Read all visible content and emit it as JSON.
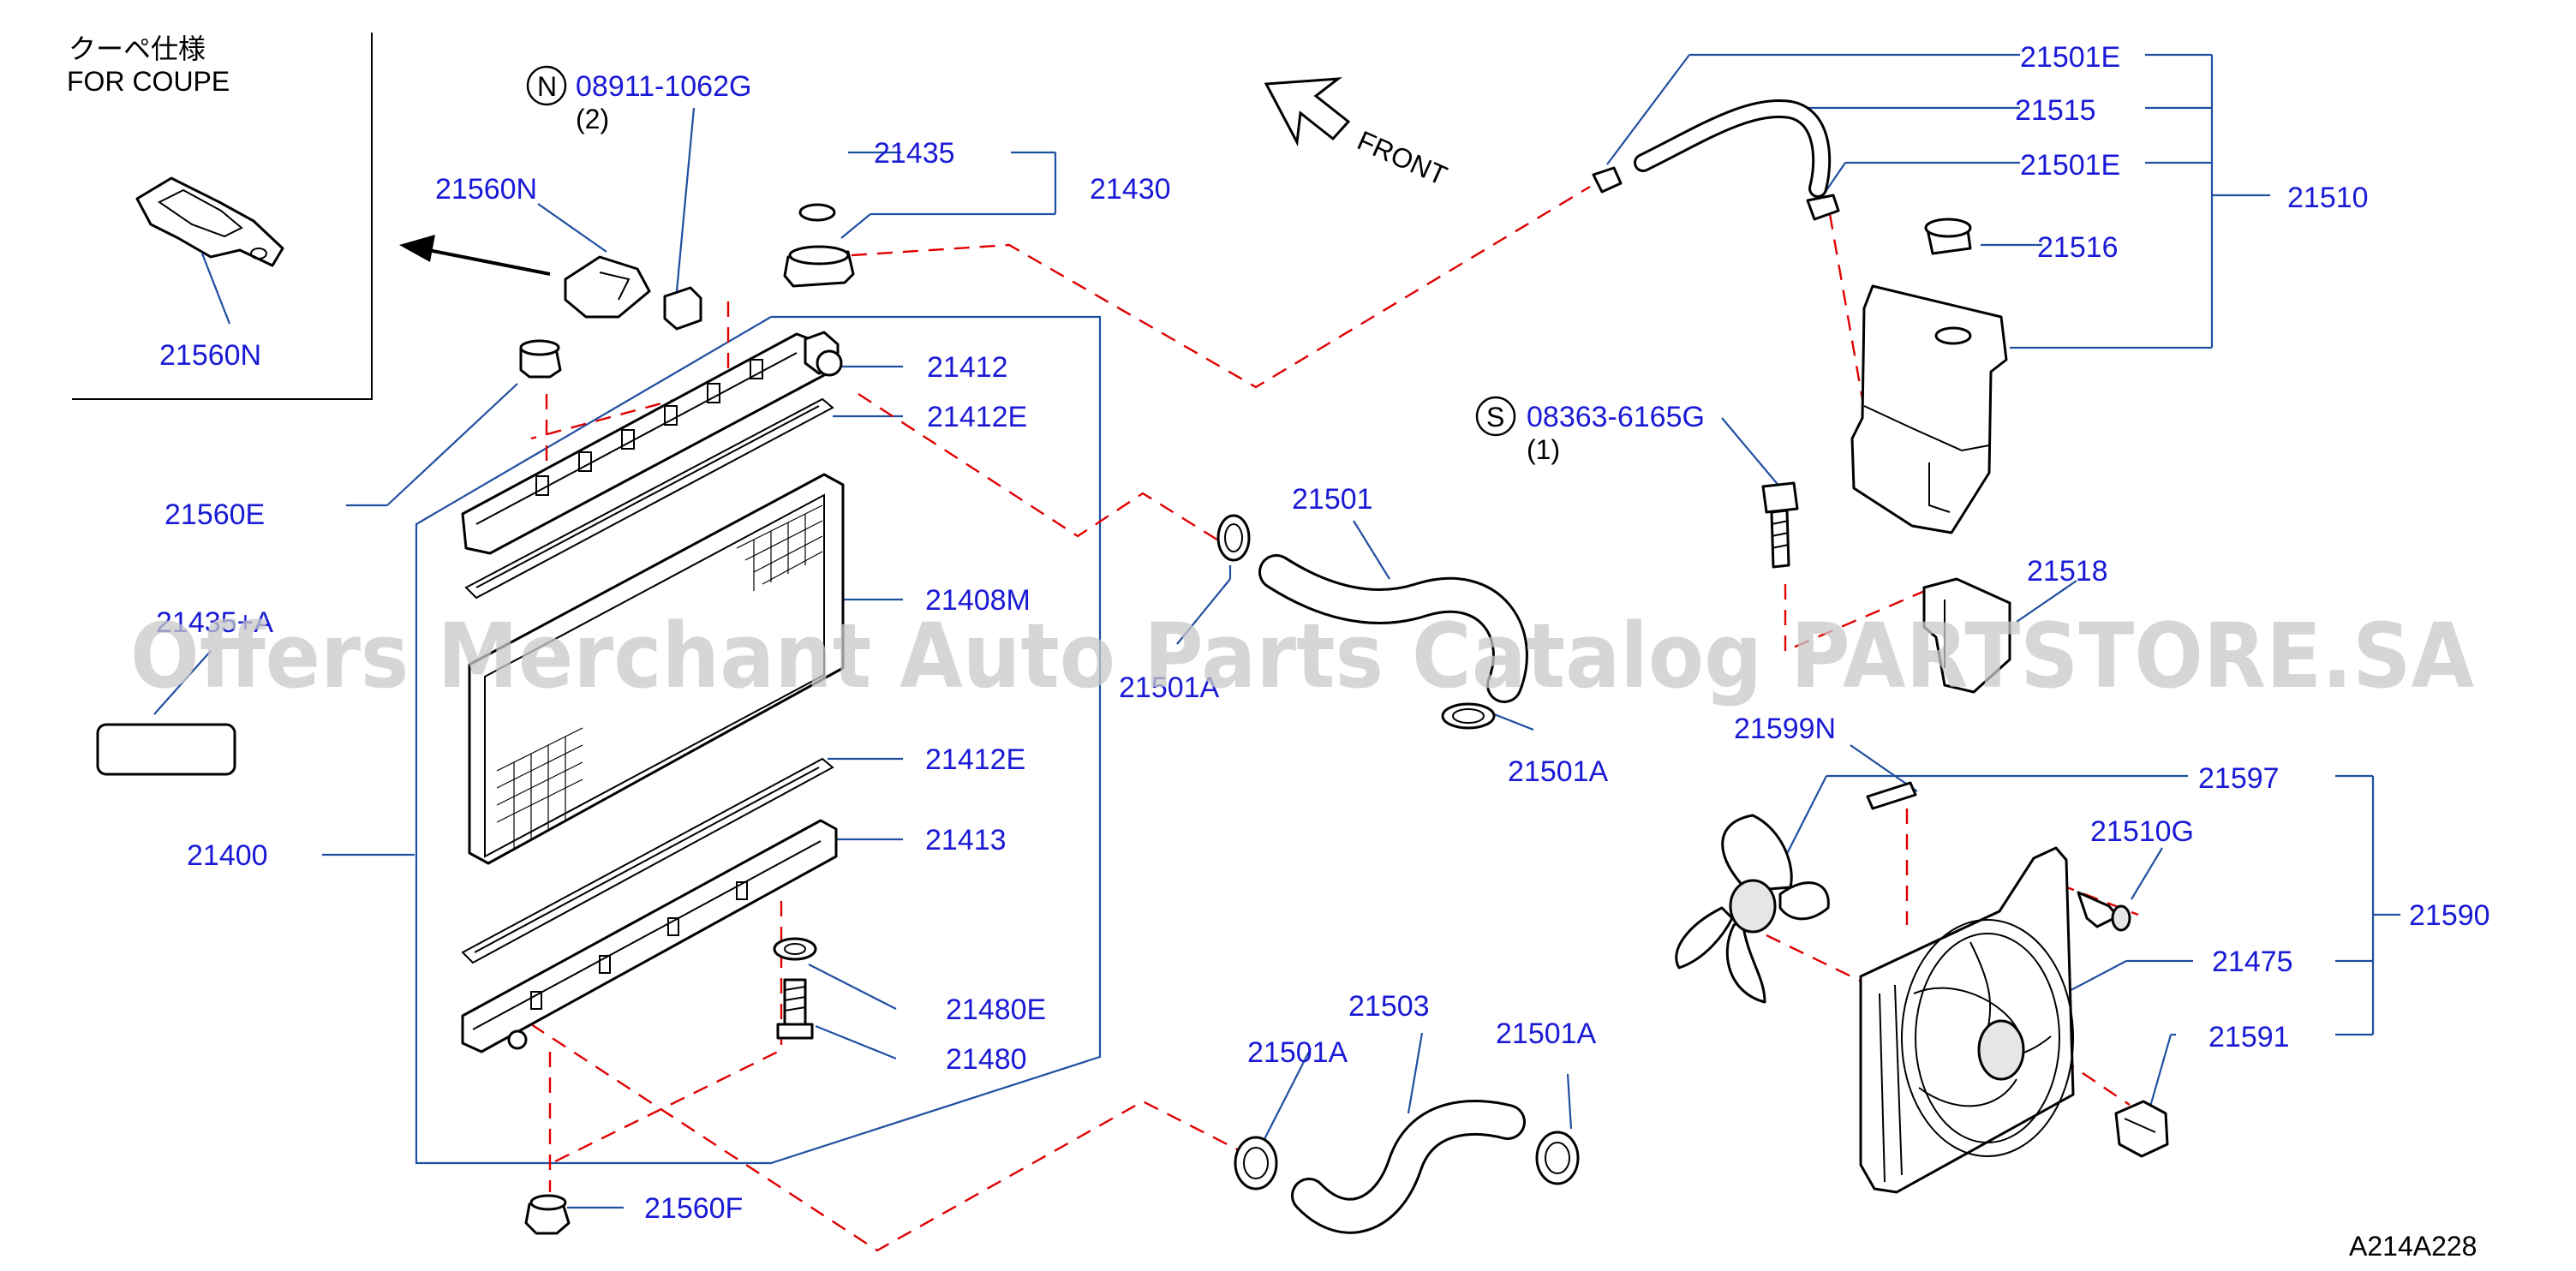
{
  "coupe_box": {
    "title_jp": "クーペ仕様",
    "title_en": "FOR  COUPE",
    "part": "21560N"
  },
  "front_label": "FRONT",
  "watermark": "Offers Merchant Auto Parts Catalog PARTSTORE.SA",
  "diagram_code": "A214A228",
  "bolt_n": {
    "symbol": "N",
    "number": "08911-1062G",
    "qty": "(2)"
  },
  "bolt_s": {
    "symbol": "S",
    "number": "08363-6165G",
    "qty": "(1)"
  },
  "labels": {
    "p21560N": "21560N",
    "p21435": "21435",
    "p21430": "21430",
    "p21412": "21412",
    "p21412E_top": "21412E",
    "p21560E": "21560E",
    "p21435A": "21435+A",
    "p21408M": "21408M",
    "p21400": "21400",
    "p21412E_bot": "21412E",
    "p21413": "21413",
    "p21480E": "21480E",
    "p21480": "21480",
    "p21560F": "21560F",
    "p21501": "21501",
    "p21501A_left": "21501A",
    "p21501A_mid": "21501A",
    "p21503": "21503",
    "p21501A_b1": "21501A",
    "p21501A_b2": "21501A",
    "p21501E_top": "21501E",
    "p21515": "21515",
    "p21501E_mid": "21501E",
    "p21510": "21510",
    "p21516": "21516",
    "p21518": "21518",
    "p21599N": "21599N",
    "p21597": "21597",
    "p21510G": "21510G",
    "p21590": "21590",
    "p21475": "21475",
    "p21591": "21591"
  }
}
